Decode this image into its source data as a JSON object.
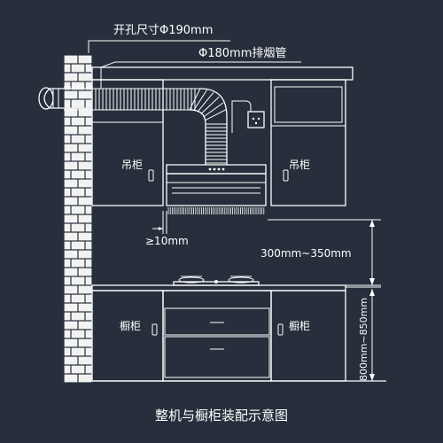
{
  "labels": {
    "hole_size": "开孔尺寸Φ190mm",
    "exhaust_pipe": "Φ180mm排烟管",
    "upper_cabinet_left": "吊柜",
    "upper_cabinet_right": "吊柜",
    "gap": "≥10mm",
    "hood_height": "300mm~350mm",
    "lower_cabinet_left": "橱柜",
    "lower_cabinet_right": "橱柜",
    "counter_height": "800mm~850mm",
    "caption": "整机与橱柜装配示意图"
  },
  "colors": {
    "background": "#262f3b",
    "line": "#ffffff",
    "wall_brick": "#f2f2f2"
  }
}
